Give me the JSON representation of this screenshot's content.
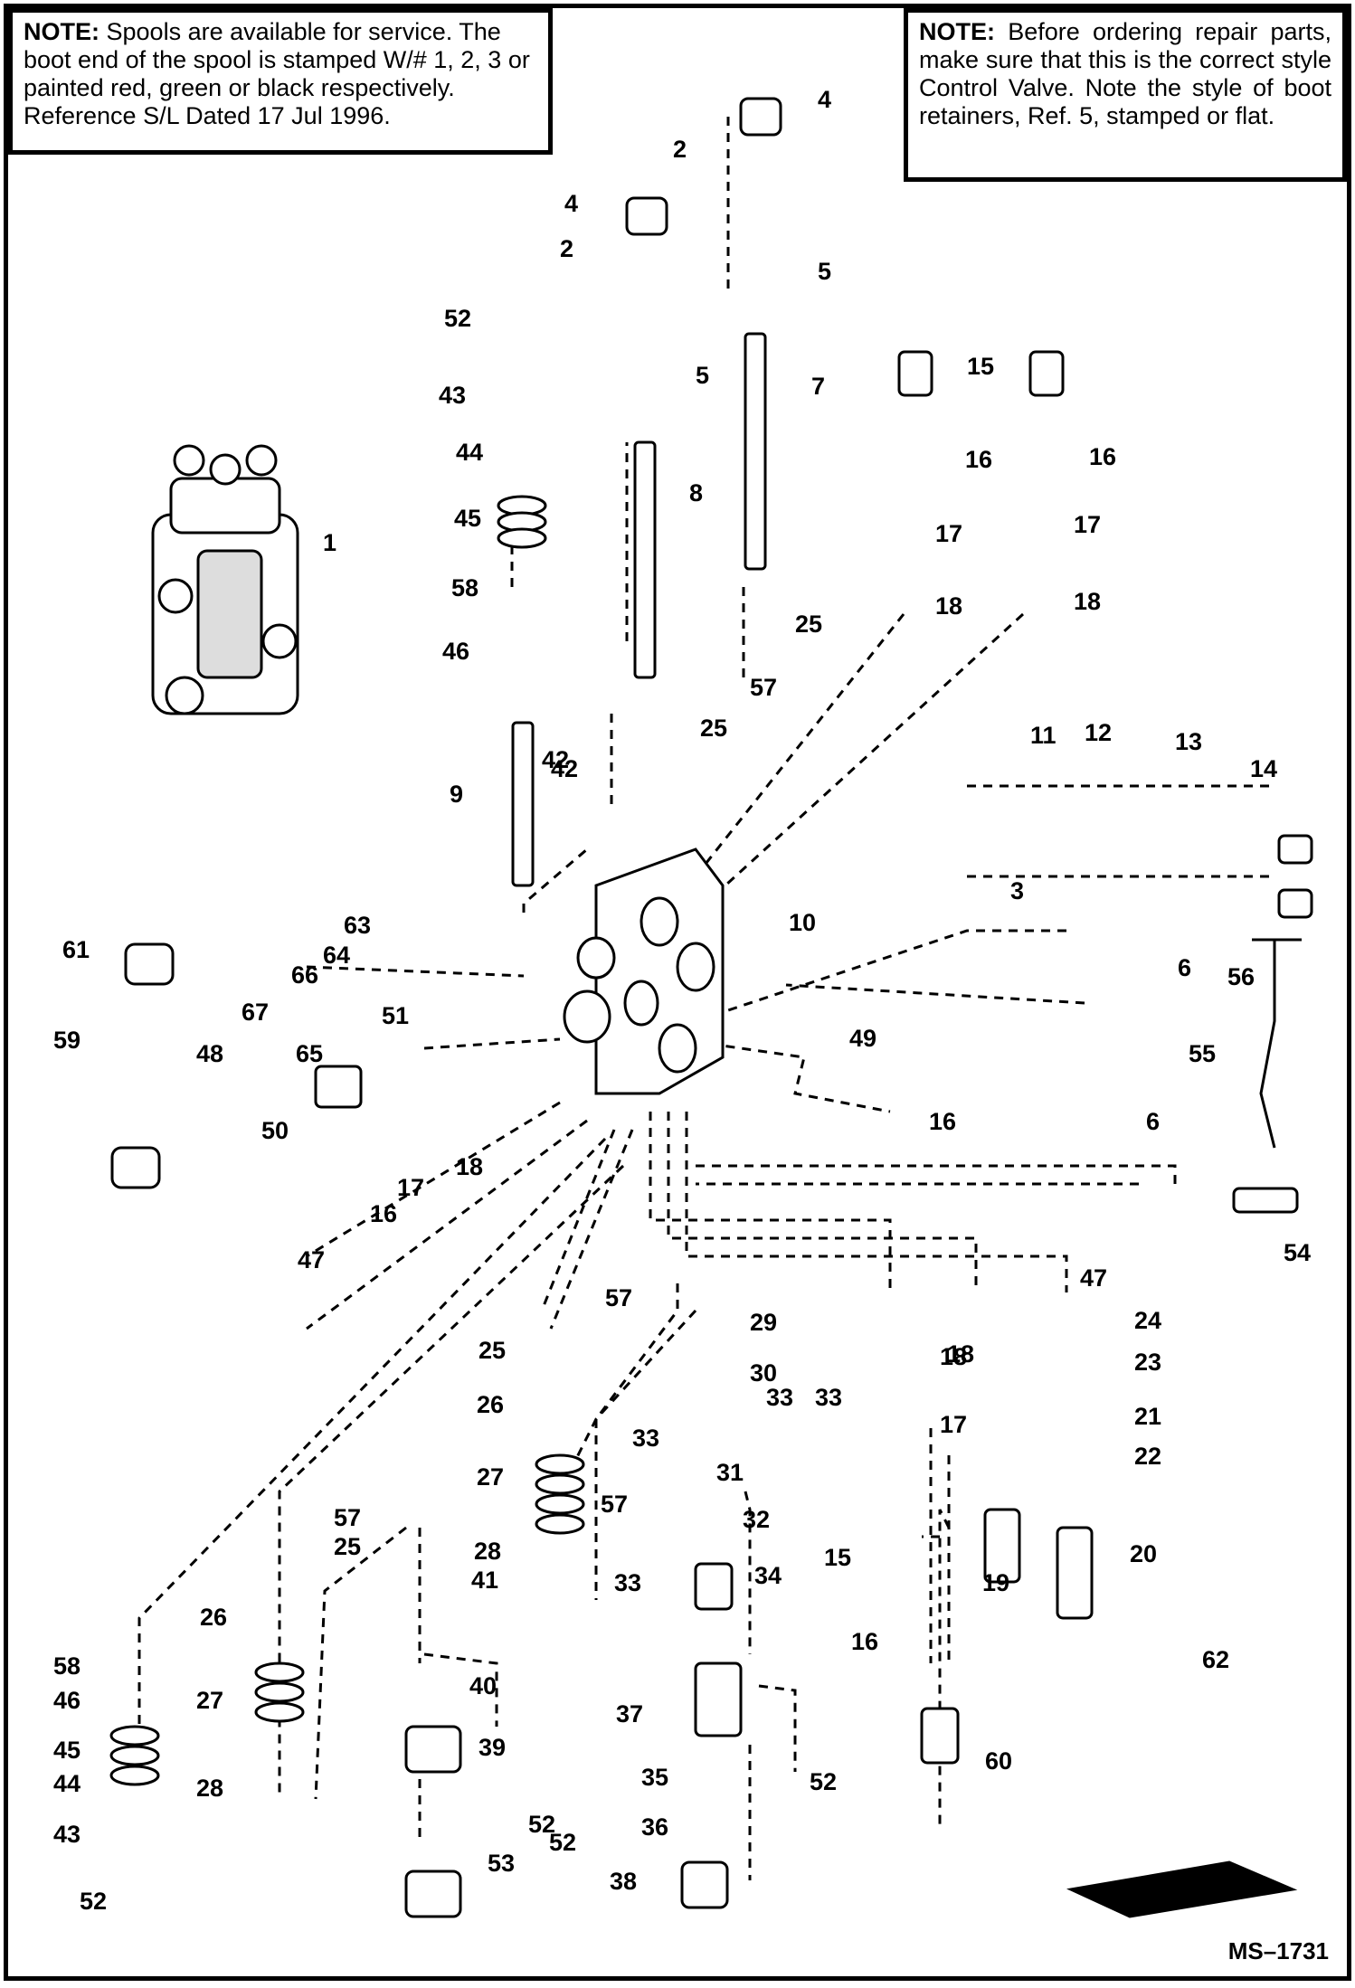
{
  "notes": {
    "left": {
      "label": "NOTE:",
      "text": "Spools are available for service. The boot end of the spool is stamped W/# 1, 2, 3 or painted red, green or black respectively. Reference S/L Dated 17 Jul 1996."
    },
    "right": {
      "label": "NOTE:",
      "text": "Before ordering repair parts, make sure that this is the correct style Control Valve. Note the style of boot retainers, Ref. 5, stamped or flat."
    }
  },
  "drawing_number": "MS–1731",
  "callouts": [
    "1",
    "2",
    "2",
    "3",
    "4",
    "4",
    "5",
    "5",
    "6",
    "6",
    "7",
    "8",
    "9",
    "10",
    "11",
    "12",
    "13",
    "14",
    "15",
    "15",
    "16",
    "16",
    "16",
    "16",
    "16",
    "17",
    "17",
    "17",
    "17",
    "18",
    "18",
    "18",
    "18",
    "18",
    "19",
    "20",
    "21",
    "22",
    "23",
    "24",
    "25",
    "25",
    "25",
    "25",
    "26",
    "26",
    "27",
    "27",
    "28",
    "28",
    "29",
    "30",
    "31",
    "32",
    "33",
    "33",
    "33",
    "33",
    "34",
    "35",
    "36",
    "37",
    "38",
    "39",
    "40",
    "41",
    "42",
    "42",
    "43",
    "43",
    "44",
    "44",
    "45",
    "45",
    "46",
    "46",
    "47",
    "47",
    "48",
    "49",
    "50",
    "51",
    "52",
    "52",
    "52",
    "52",
    "52",
    "53",
    "54",
    "55",
    "56",
    "57",
    "57",
    "57",
    "57",
    "58",
    "58",
    "59",
    "60",
    "61",
    "62",
    "63",
    "64",
    "65",
    "66",
    "67"
  ]
}
